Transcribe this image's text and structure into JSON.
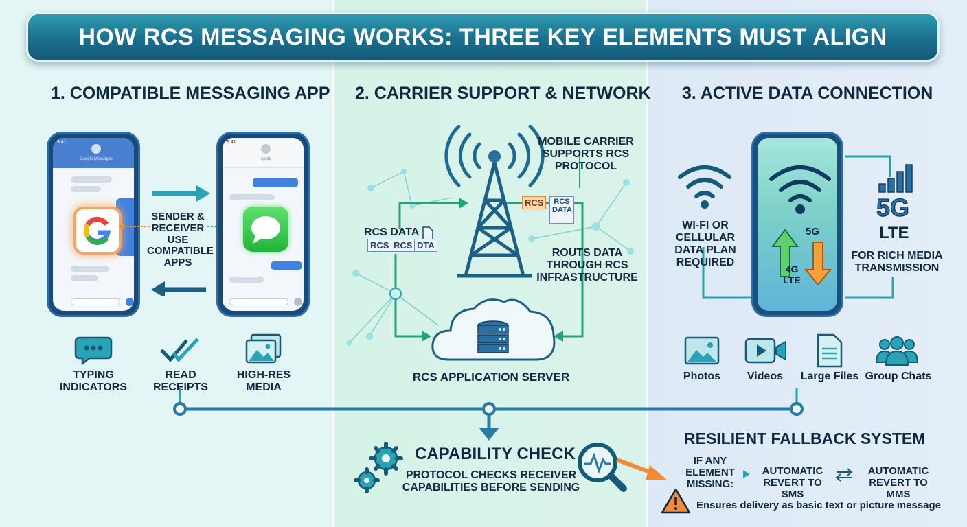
{
  "title": "HOW RCS MESSAGING WORKS: THREE KEY ELEMENTS MUST ALIGN",
  "section1": {
    "heading": "1. COMPATIBLE MESSAGING APP",
    "phone1_contact": "Google Messages",
    "phone1_time": "9:41",
    "phone2_contact": "Apple",
    "phone2_time": "9:41",
    "middle_label": "SENDER & RECEIVER USE COMPATIBLE APPS",
    "features": [
      {
        "icon": "chat-bubble-icon",
        "label": "TYPING INDICATORS"
      },
      {
        "icon": "double-check-icon",
        "label": "READ RECEIPTS"
      },
      {
        "icon": "image-stack-icon",
        "label": "HIGH-RES MEDIA"
      }
    ]
  },
  "section2": {
    "heading": "2. CARRIER SUPPORT & NETWORK",
    "carrier_label": "MOBILE CARRIER SUPPORTS RCS PROTOCOL",
    "rcs_data_label": "RCS DATA",
    "packets": [
      "RCS",
      "RCS",
      "DTA"
    ],
    "tower_tags": [
      "RCS",
      "RCS DATA"
    ],
    "route_label": "ROUTS DATA THROUGH RCS INFRASTRUCTURE",
    "server_label": "RCS APPLICATION SERVER"
  },
  "section3": {
    "heading": "3. ACTIVE DATA CONNECTION",
    "left_label": "WI-FI OR CELLULAR DATA PLAN REQUIRED",
    "phone_5g": "5G",
    "phone_4g": "4G LTE",
    "net_5g": "5G",
    "net_lte": "LTE",
    "right_label": "FOR RICH MEDIA TRANSMISSION",
    "media": [
      {
        "icon": "photo-icon",
        "label": "Photos"
      },
      {
        "icon": "video-icon",
        "label": "Videos"
      },
      {
        "icon": "file-icon",
        "label": "Large Files"
      },
      {
        "icon": "group-icon",
        "label": "Group Chats"
      }
    ]
  },
  "capability": {
    "title": "CAPABILITY CHECK",
    "desc": "PROTOCOL CHECKS RECEIVER CAPABILITIES BEFORE SENDING"
  },
  "fallback": {
    "title": "RESILIENT FALLBACK SYSTEM",
    "condition": "IF ANY ELEMENT MISSING:",
    "sms": "AUTOMATIC REVERT TO SMS",
    "mms": "AUTOMATIC REVERT TO MMS",
    "note": "Ensures delivery as basic text or picture message"
  },
  "colors": {
    "accent": "#1b6f8f",
    "teal": "#2aa3a8",
    "blue": "#2f7fd0",
    "warning": "#f08a3c"
  }
}
